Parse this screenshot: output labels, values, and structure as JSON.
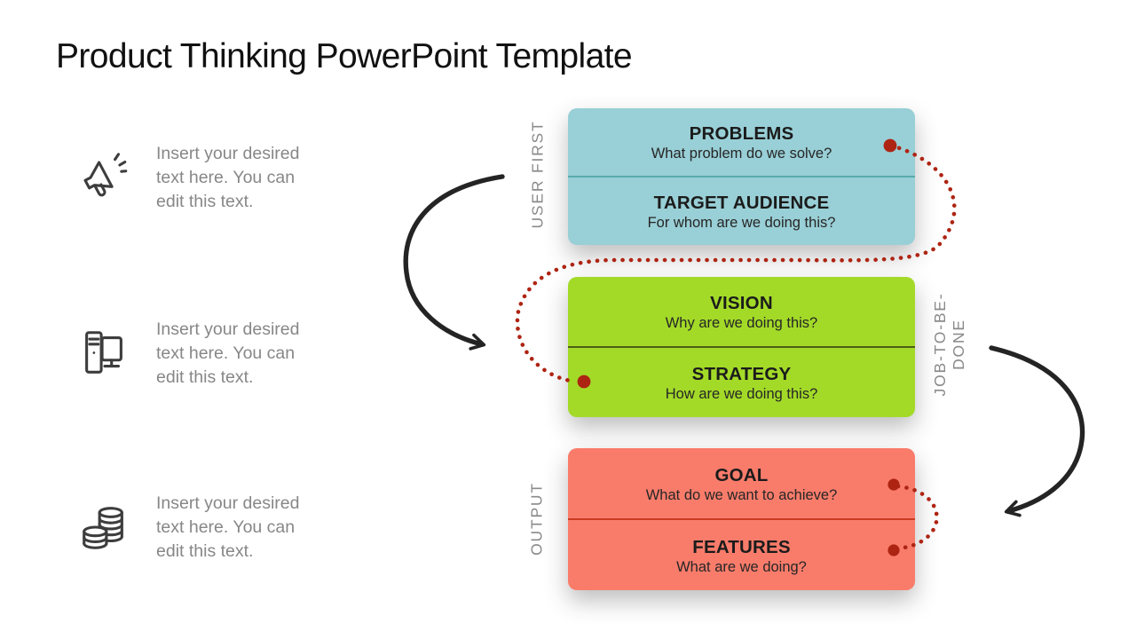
{
  "title": "Product Thinking PowerPoint Template",
  "left_items": [
    {
      "icon": "megaphone",
      "text": "Insert your desired\ntext here. You can\nedit this text."
    },
    {
      "icon": "desktop-computer",
      "text": "Insert your desired\ntext here. You can\nedit this text."
    },
    {
      "icon": "coin-stack",
      "text": "Insert your desired\ntext here. You can\nedit this text."
    }
  ],
  "cards": [
    {
      "side_label": "USER FIRST",
      "color": "#99CFD6",
      "divider_color": "#55ABAB",
      "rows": [
        {
          "heading": "PROBLEMS",
          "subtext": "What problem do we solve?"
        },
        {
          "heading": "TARGET AUDIENCE",
          "subtext": "For whom are we doing this?"
        }
      ]
    },
    {
      "side_label": "JOB-TO-BE-\nDONE",
      "color": "#A3DA28",
      "divider_color": "#4E5E16",
      "rows": [
        {
          "heading": "VISION",
          "subtext": "Why are we doing this?"
        },
        {
          "heading": "STRATEGY",
          "subtext": "How are we doing this?"
        }
      ]
    },
    {
      "side_label": "OUTPUT",
      "color": "#F97C6B",
      "divider_color": "#CC3A22",
      "rows": [
        {
          "heading": "GOAL",
          "subtext": "What do we want to achieve?"
        },
        {
          "heading": "FEATURES",
          "subtext": "What are we doing?"
        }
      ]
    }
  ],
  "colors": {
    "connector_dotted": "#AE2413",
    "arrow_black": "#242424",
    "title_text": "#111111",
    "placeholder_text": "#878787",
    "side_label_text": "#8A8A8A"
  }
}
